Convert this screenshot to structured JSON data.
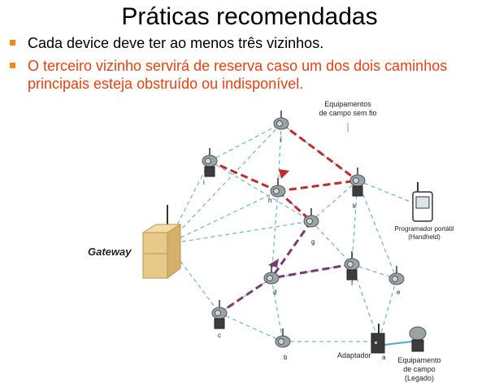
{
  "slide": {
    "title": "Práticas recomendadas",
    "bullets": [
      {
        "text": "Cada device deve ter ao menos três vizinhos.",
        "color": "#000000"
      },
      {
        "text": "O terceiro vizinho servirá de reserva caso um dos dois caminhos principais esteja obstruído ou indisponível.",
        "color": "#e8410f"
      }
    ],
    "bullet_marker_color": "#f28a1a"
  },
  "diagram": {
    "gateway_label": "Gateway",
    "wireless_devices_label": [
      "Equipamentos",
      "de campo sem fio"
    ],
    "handheld_label": [
      "Programador portátil",
      "(Handheld)"
    ],
    "adapter_label": "Adaptador",
    "legacy_label": [
      "Equipamento",
      "de campo",
      "(Legado)"
    ],
    "nodes": [
      "a",
      "b",
      "c",
      "d",
      "e",
      "f",
      "g",
      "h",
      "i",
      "j",
      "k"
    ],
    "colors": {
      "mesh_link": "#7ab8c4",
      "primary_path_red": "#c0282a",
      "primary_path_purple": "#7a3a72",
      "wired_link": "#4aa8d8",
      "gateway_box": "#e8c98a",
      "device_body": "#9aa3a8"
    }
  }
}
